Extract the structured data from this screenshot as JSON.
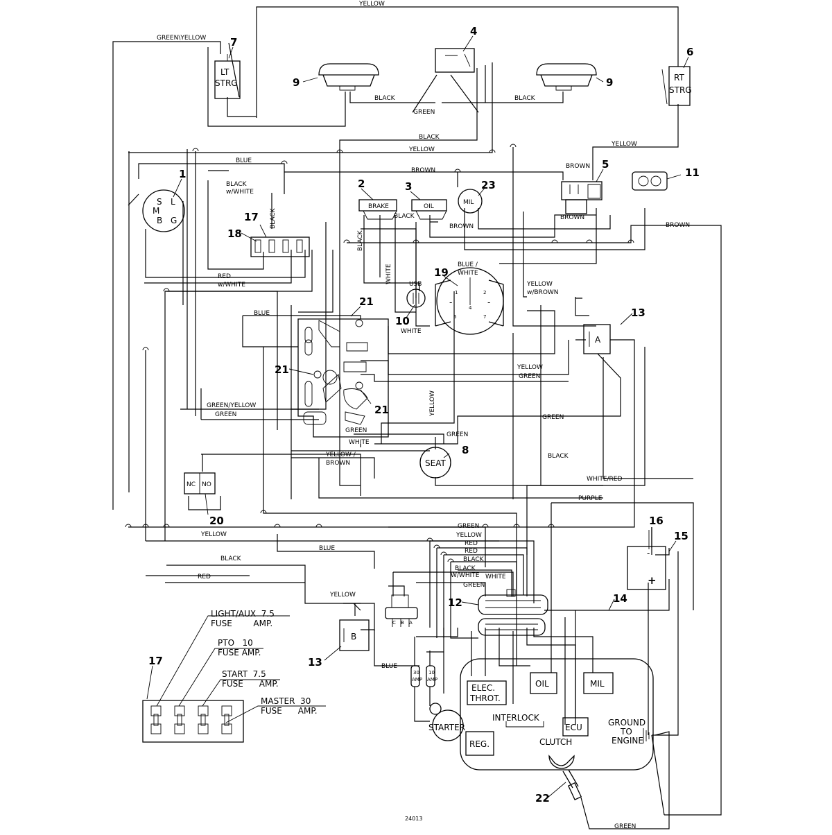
{
  "diagram": {
    "drawing_number": "24013",
    "callouts": {
      "c1": "1",
      "c2": "2",
      "c3": "3",
      "c4": "4",
      "c5": "5",
      "c6": "6",
      "c7": "7",
      "c8": "8",
      "c9a": "9",
      "c9b": "9",
      "c10": "10",
      "c11": "11",
      "c12": "12",
      "c13a": "13",
      "c13b": "13",
      "c14": "14",
      "c15": "15",
      "c16": "16",
      "c17a": "17",
      "c17b": "17",
      "c18": "18",
      "c19": "19",
      "c20": "20",
      "c21a": "21",
      "c21b": "21",
      "c21c": "21",
      "c22": "22",
      "c23": "23"
    },
    "components": {
      "lt_strg_1": "LT",
      "lt_strg_2": "STRG",
      "rt_strg_1": "RT",
      "rt_strg_2": "STRG",
      "brake": "BRAKE",
      "oil": "OIL",
      "mil": "MIL",
      "usb": "USB",
      "seat": "SEAT",
      "relay_a": "A",
      "relay_b": "B",
      "nc": "NC",
      "no": "NO",
      "elec_throt_1": "ELEC.",
      "elec_throt_2": "THROT.",
      "engine_oil": "OIL",
      "engine_mil": "MIL",
      "interlock": "INTERLOCK",
      "ecu": "ECU",
      "reg": "REG.",
      "clutch": "CLUTCH",
      "starter": "STARTER",
      "ground_1": "GROUND",
      "ground_2": "TO",
      "ground_3": "ENGINE",
      "plus": "+",
      "minus": "-"
    },
    "ignition_terminals": {
      "s": "S",
      "l": "L",
      "m": "M",
      "b": "B",
      "g": "G"
    },
    "hour_meter": {
      "label_1": "BLUE /",
      "label_2": "WHITE",
      "pin1": "1",
      "pin2": "2",
      "pin4": "4",
      "pin6": "6",
      "pin7": "7",
      "sign_left": "-",
      "sign_right": "-"
    },
    "connector_letters": {
      "c": "C",
      "b": "B",
      "a": "A"
    },
    "inline_fuses": {
      "f30_1": "30",
      "f30_2": "AMP",
      "f10_1": "10",
      "f10_2": "AMP"
    },
    "fuse_block": {
      "light_1": "LIGHT/AUX  7.5",
      "light_2": "FUSE        AMP.",
      "pto_1": "PTO   10",
      "pto_2": "FUSE AMP.",
      "start_1": "START  7.5",
      "start_2": "FUSE      AMP.",
      "master_1": "MASTER  30",
      "master_2": "FUSE      AMP."
    },
    "wire_labels": {
      "yellow_top": "YELLOW",
      "green_yellow_top": "GREEN\\YELLOW",
      "black_9l": "BLACK",
      "green_4": "GREEN",
      "black_9r": "BLACK",
      "black_mid": "BLACK",
      "yellow_mid": "YELLOW",
      "yellow_6": "YELLOW",
      "blue_top": "BLUE",
      "brown_top": "BROWN",
      "brown_5": "BROWN",
      "black_w1": "BLACK",
      "black_w2": "w/WHITE",
      "black_vert_17": "BLACK",
      "black_brake": "BLACK",
      "black_vert": "BLACK",
      "brown_mid": "BROWN",
      "brown_5b": "BROWN",
      "brown_right": "BROWN",
      "red_w1": "RED",
      "red_w2": "w/WHITE",
      "white_vert": "WHITE",
      "blue_left": "BLUE",
      "yellow_w_brown_1": "YELLOW",
      "yellow_w_brown_2": "w/BROWN",
      "white_usb": "WHITE",
      "yellow_21": "YELLOW",
      "green_21": "GREEN",
      "green_yellow_mid": "GREEN/YELLOW",
      "green_mid": "GREEN",
      "yellow_vert": "YELLOW",
      "green_right": "GREEN",
      "green_low": "GREEN",
      "green_seat": "GREEN",
      "white_low": "WHITE",
      "yellow_brown_1": "YELLOW /",
      "yellow_brown_2": "BROWN",
      "black_seat": "BLACK",
      "white_red": "WHITE/RED",
      "purple": "PURPLE",
      "green_h": "GREEN",
      "yellow_h": "YELLOW",
      "red_h": "RED",
      "red_h2": "RED",
      "black_h": "BLACK",
      "black_w_white_1": "BLACK",
      "black_w_white_2": "W/WHITE",
      "white_h": "WHITE",
      "green_h2": "GREEN",
      "yellow_left": "YELLOW",
      "blue_low": "BLUE",
      "black_left": "BLACK",
      "red_left": "RED",
      "yellow_13": "YELLOW",
      "blue_13": "BLUE",
      "green_bottom": "GREEN"
    }
  }
}
